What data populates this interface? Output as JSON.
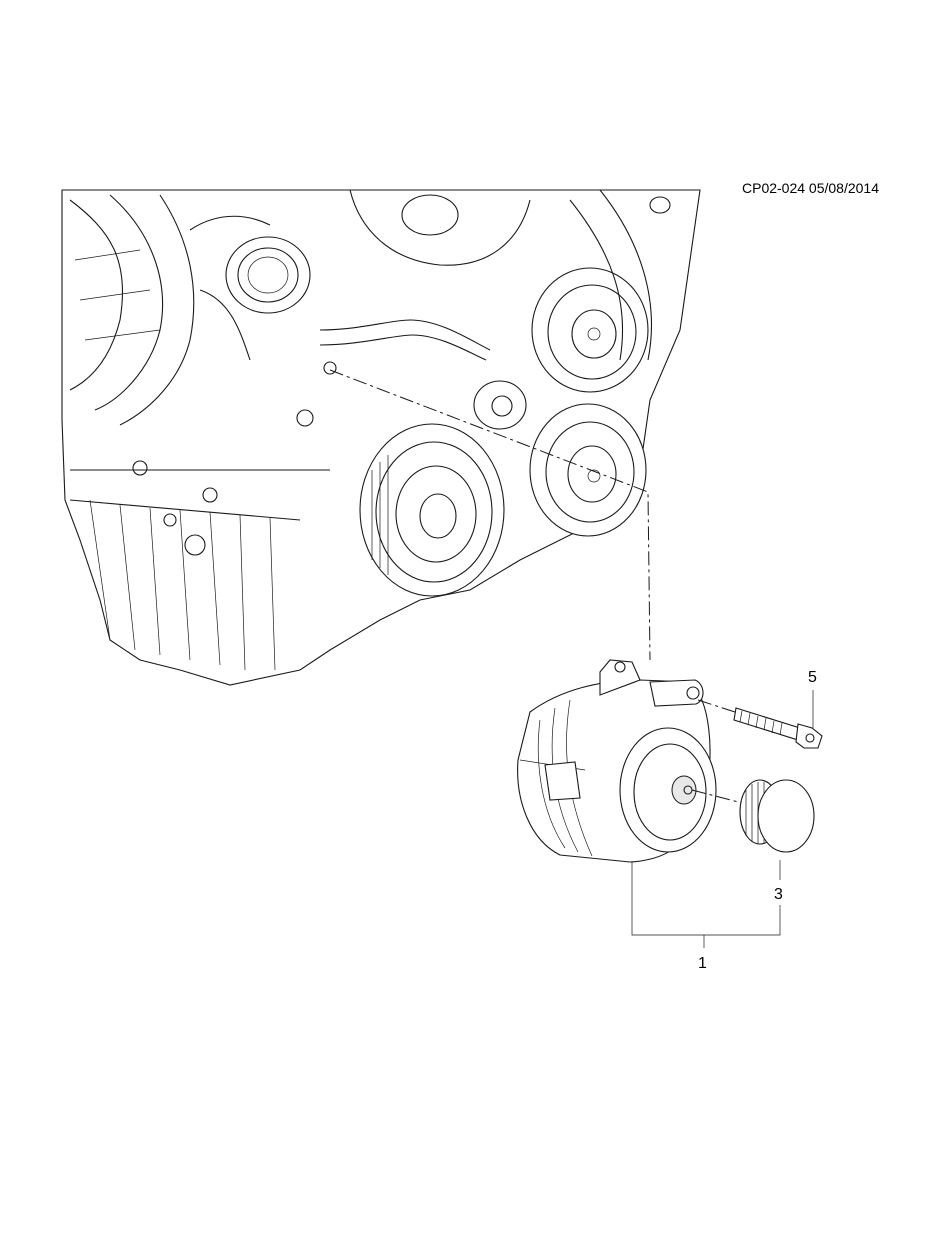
{
  "reference": {
    "code": "CP02-024 05/08/2014"
  },
  "callouts": {
    "alternator_assembly": "1",
    "pulley": "3",
    "bolt": "5"
  }
}
